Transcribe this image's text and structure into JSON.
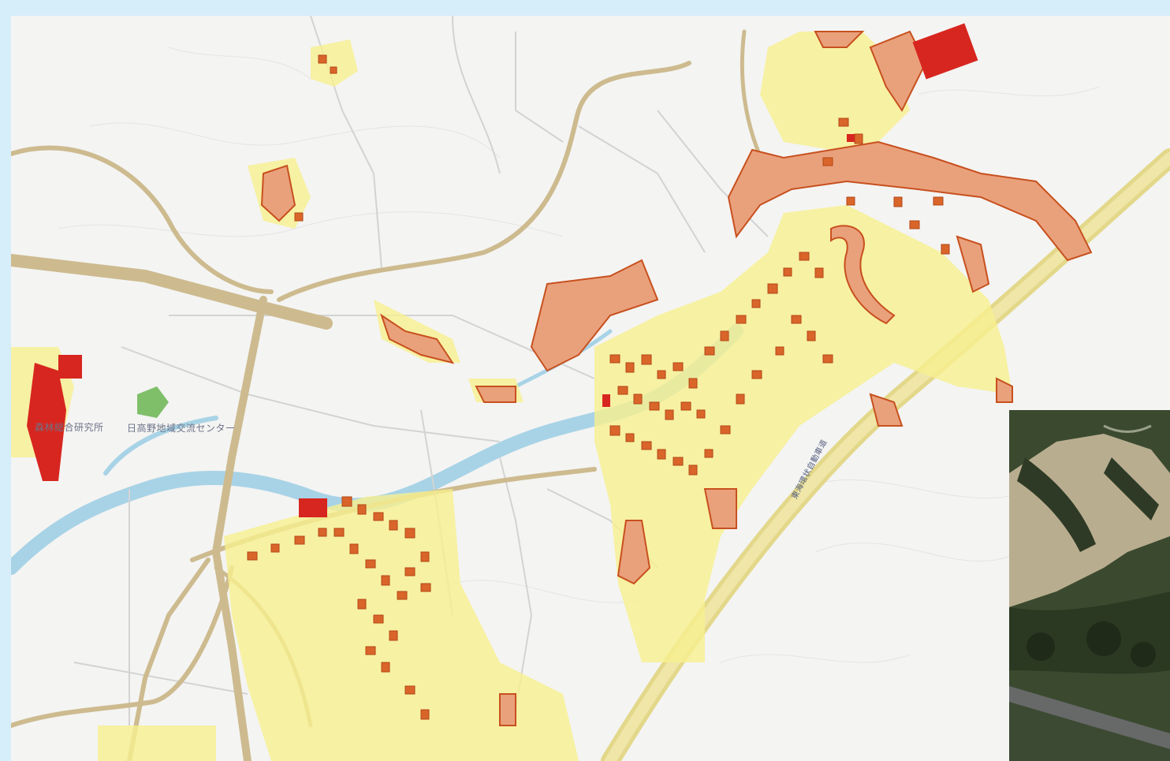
{
  "map": {
    "labels": {
      "facility_1": "森林総合研究所",
      "facility_2": "日高野地域交流センター",
      "expressway": "東海環状自動車道"
    },
    "colors": {
      "background_frame": "#d6eef9",
      "base_map": "#f4f4f3",
      "road": "#cdbb8f",
      "river": "#a8d3e6",
      "hazard_yellow": "#f7f08e",
      "hazard_orange_fill": "#e9a17c",
      "hazard_orange_stroke": "#c8501e",
      "hazard_red": "#d7261f",
      "green_area": "#7fbf6a"
    }
  },
  "inset": {
    "type": "aerial-photo",
    "colors": {
      "forest": "#2e3a25",
      "clearing": "#b9ad90",
      "road": "#676969"
    }
  }
}
